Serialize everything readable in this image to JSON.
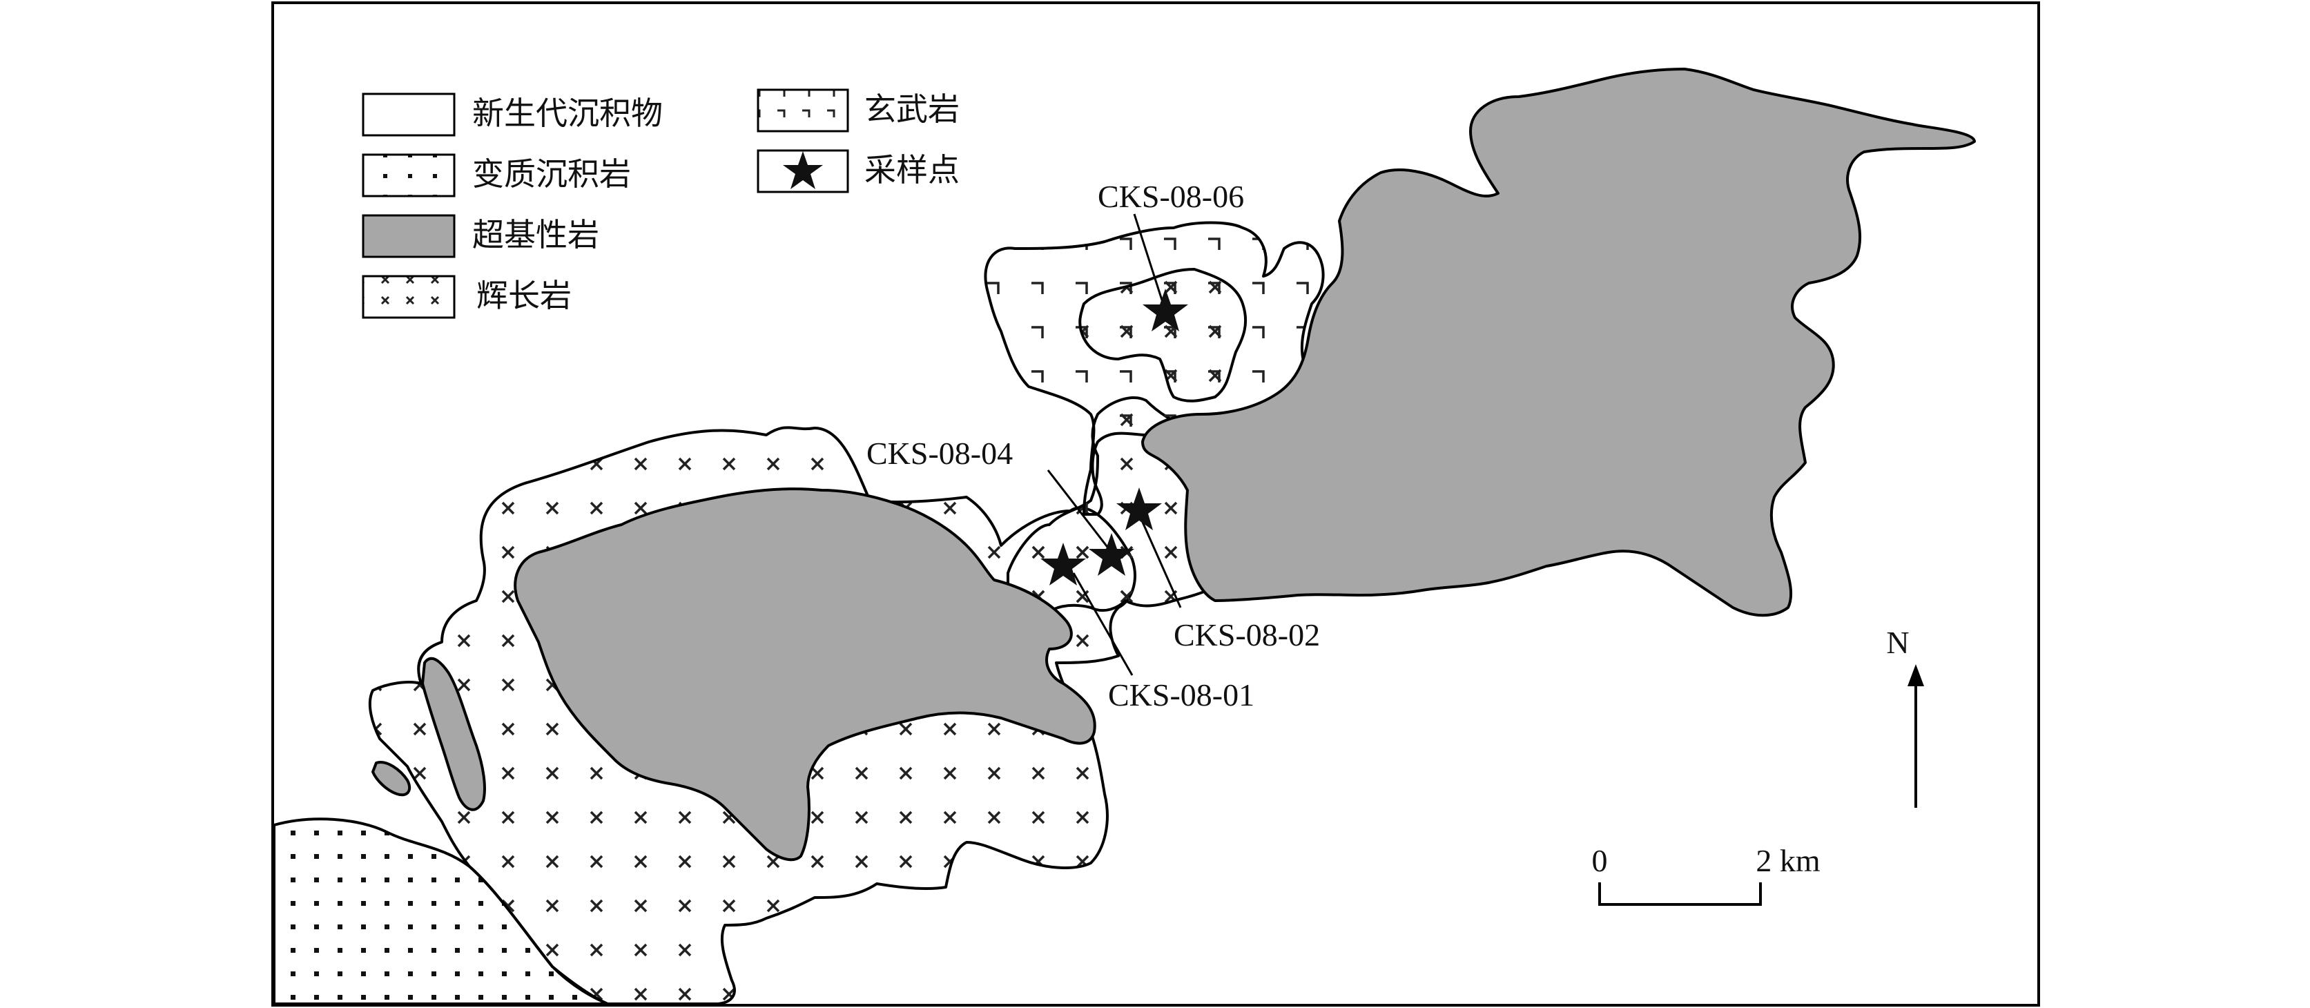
{
  "legend": {
    "items": [
      {
        "label": "新生代沉积物",
        "pattern": "cenozoic"
      },
      {
        "label": "变质沉积岩",
        "pattern": "metasediment"
      },
      {
        "label": "超基性岩",
        "pattern": "ultramafic"
      },
      {
        "label": "辉长岩",
        "pattern": "gabbro"
      },
      {
        "label": "玄武岩",
        "pattern": "basalt"
      },
      {
        "label": "采样点",
        "pattern": "sample"
      }
    ]
  },
  "samples": [
    {
      "label": "CKS-08-06"
    },
    {
      "label": "CKS-08-04"
    },
    {
      "label": "CKS-08-02"
    },
    {
      "label": "CKS-08-01"
    }
  ],
  "north_arrow": {
    "label": "N"
  },
  "scale_bar": {
    "start_label": "0",
    "end_label": "2 km"
  },
  "colors": {
    "ultramafic": "#a8a7a8",
    "line": "#000000",
    "background": "#ffffff"
  }
}
